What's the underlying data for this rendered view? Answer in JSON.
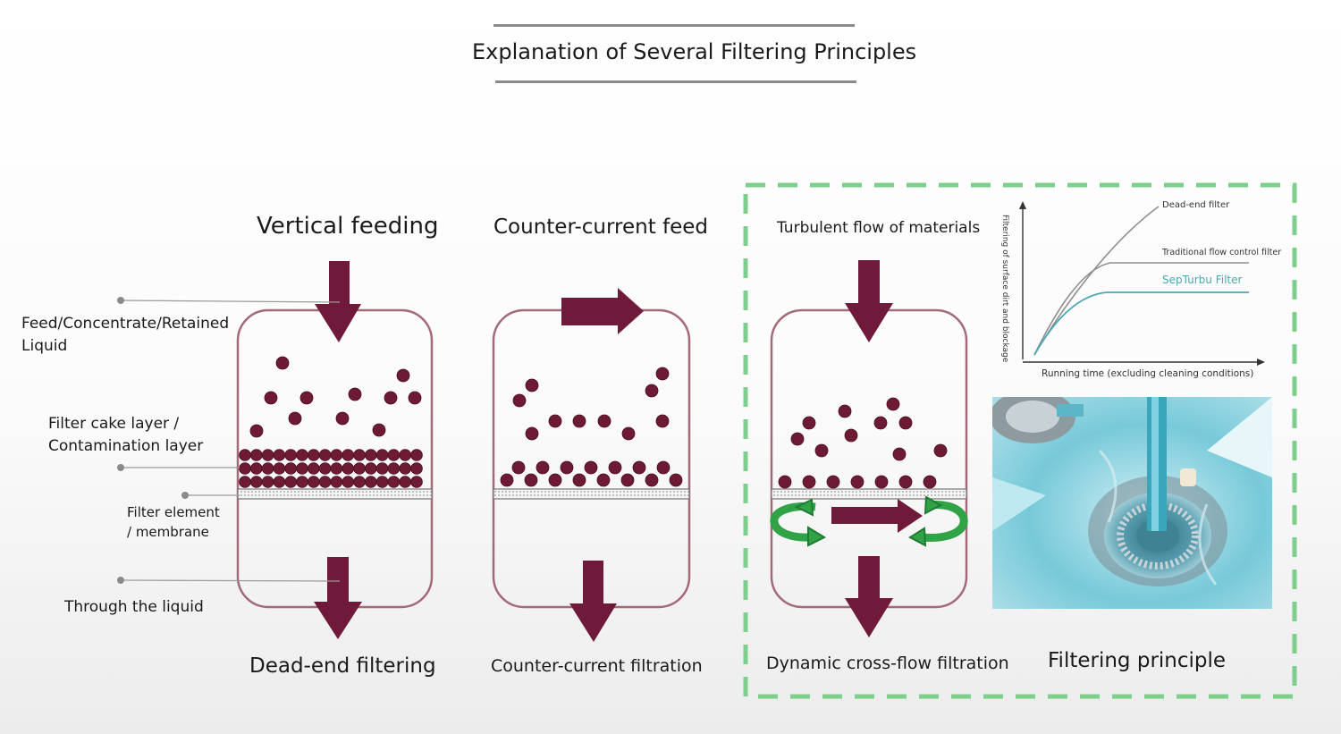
{
  "title": "Explanation of Several Filtering Principles",
  "labels": {
    "feed": "Feed/Concentrate/Retained Liquid",
    "feed_line1": "Feed/Concentrate/Retained",
    "feed_line2": "Liquid",
    "cake_line1": "Filter cake layer /",
    "cake_line2": "Contamination layer",
    "element_line1": "Filter element",
    "element_line2": "/ membrane",
    "through": "Through the liquid"
  },
  "panels": [
    {
      "top": "Vertical feeding",
      "bottom": "Dead-end filtering"
    },
    {
      "top": "Counter-current feed",
      "bottom": "Counter-current filtration"
    },
    {
      "top": "Turbulent flow of materials",
      "bottom": "Dynamic cross-flow filtration"
    }
  ],
  "principle_label": "Filtering principle",
  "chart_data": {
    "type": "line",
    "xlabel": "Running time (excluding cleaning conditions)",
    "ylabel": "Filtering of surface dirt and blockage",
    "series": [
      {
        "name": "Dead-end filter",
        "trend": "keeps rising"
      },
      {
        "name": "Traditional flow control filter",
        "trend": "rises then plateaus high"
      },
      {
        "name": "SepTurbu Filter",
        "trend": "rises then plateaus lowest"
      }
    ],
    "grid": false,
    "colors": {
      "dead_end": "#8f8f8f",
      "traditional": "#8f8f8f",
      "septurbu": "#4aa7b3"
    }
  },
  "colors": {
    "particle": "#6d1a35",
    "arrow": "#6f1a3b",
    "vessel_outline": "#a36a79",
    "swirl": "#2fa346",
    "dashed_frame": "#7ccf8c",
    "photo_blue": "#6cc4d4"
  },
  "photo": {
    "description_icon": "filter-photo"
  }
}
